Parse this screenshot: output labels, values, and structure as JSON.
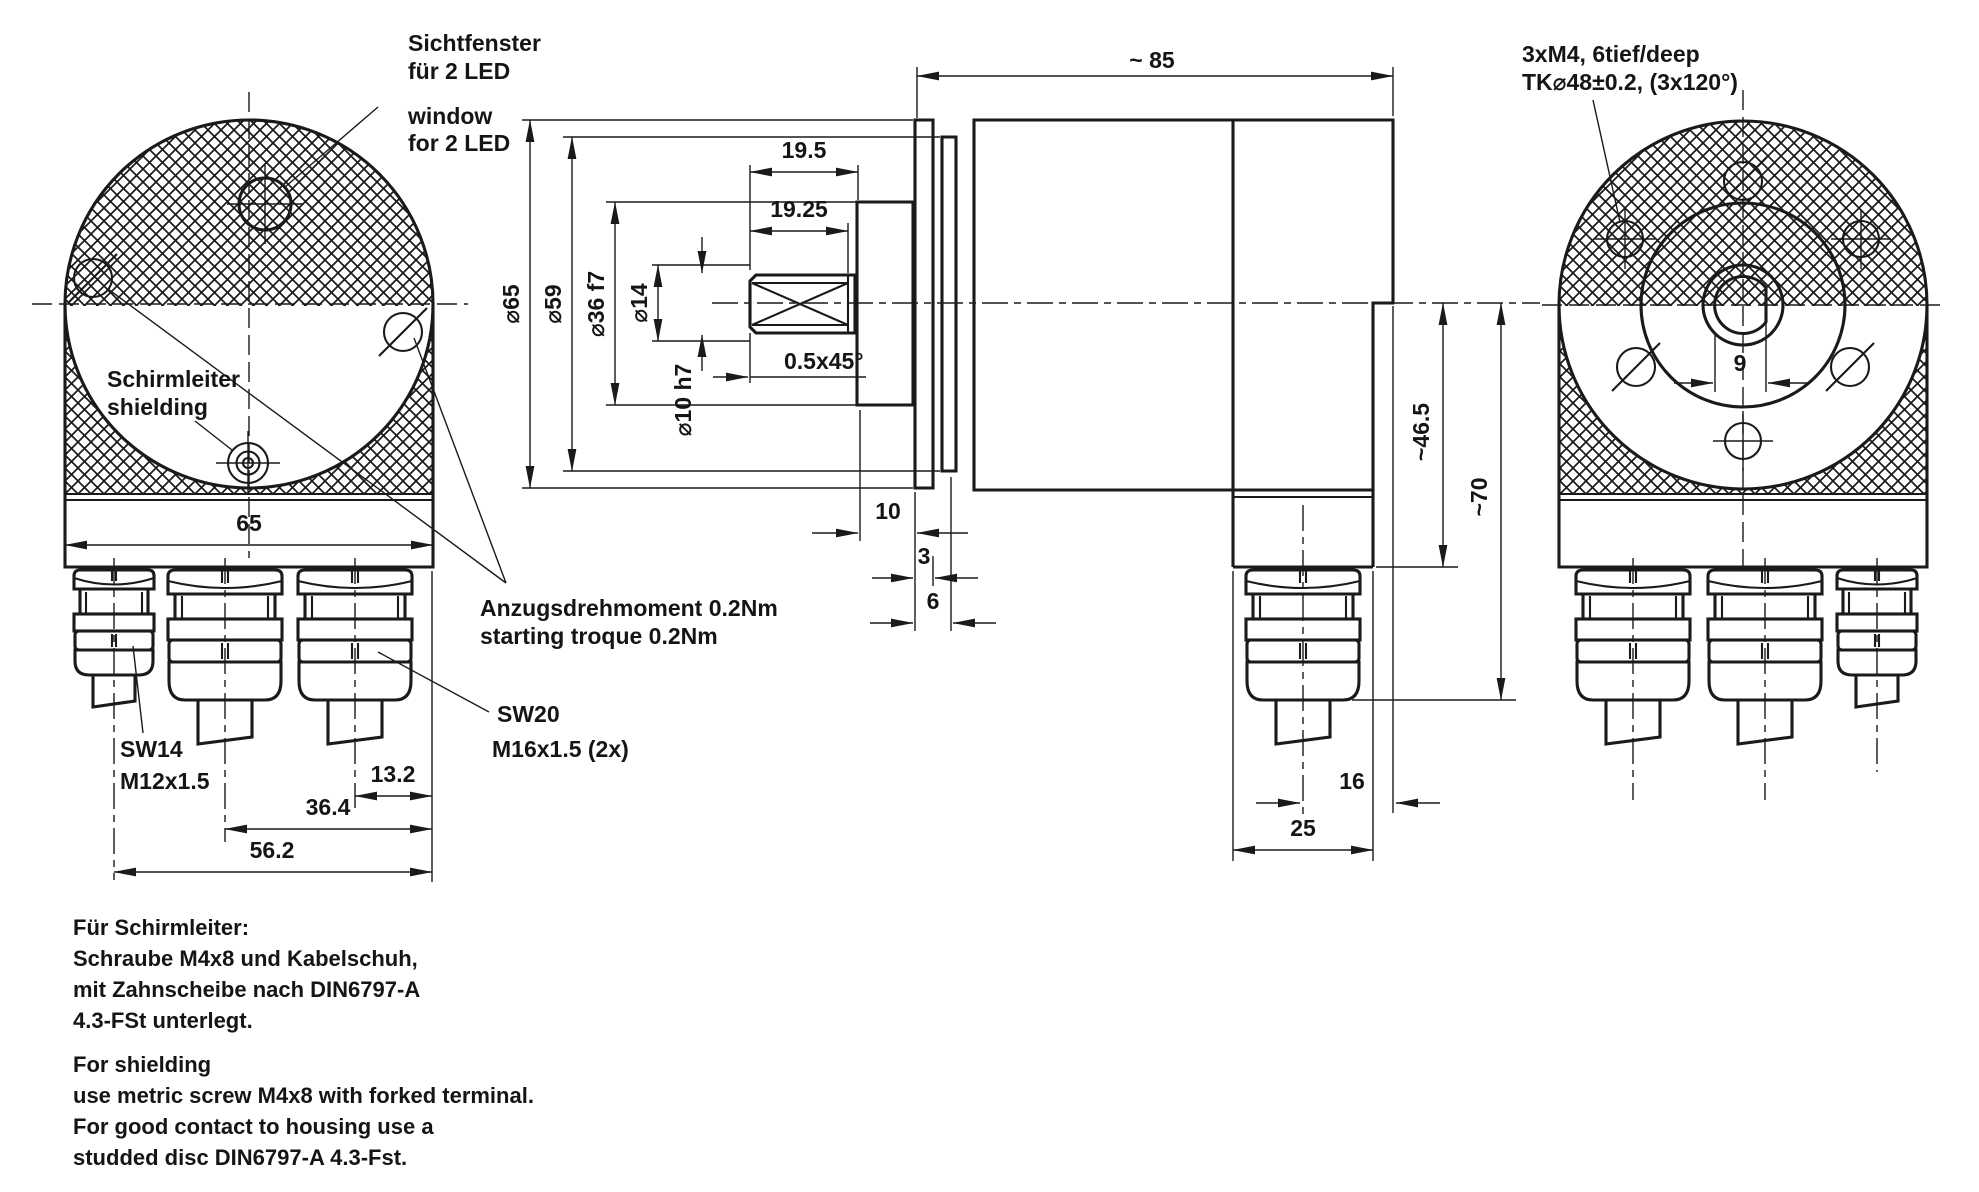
{
  "colors": {
    "ink": "#1a1a1a",
    "background": "#ffffff"
  },
  "front_view": {
    "window_label": [
      "Sichtfenster",
      "für 2 LED",
      "window",
      "for 2 LED"
    ],
    "shield_label": [
      "Schirmleiter",
      "shielding"
    ],
    "gland_small_label": [
      "SW14",
      "M12x1.5"
    ],
    "gland_large_label": [
      "SW20",
      "M16x1.5 (2x)"
    ],
    "torque_label": [
      "Anzugsdrehmoment 0.2Nm",
      "starting troque 0.2Nm"
    ],
    "dims": {
      "width": "65",
      "pitch1": "13.2",
      "pitch2": "36.4",
      "pitch3": "56.2"
    }
  },
  "side_view": {
    "dims": {
      "shaft_len": "19.5",
      "shaft_len2": "19.25",
      "chamfer": "0.5x45°",
      "d65": "⌀65",
      "d59": "⌀59",
      "d36": "⌀36 f7",
      "d14": "⌀14",
      "d10": "⌀10 h7",
      "off10": "10",
      "th3": "3",
      "tot6": "6",
      "body_len": "~ 85",
      "h465": "~46.5",
      "h70": "~70",
      "g16": "16",
      "g25": "25"
    }
  },
  "rear_view": {
    "mount_label": [
      "3xM4, 6tief/deep",
      "TK⌀48±0.2, (3x120°)"
    ],
    "dims": {
      "flat": "9"
    }
  },
  "notes": {
    "de": [
      "Für Schirmleiter:",
      "Schraube M4x8 und Kabelschuh,",
      "mit Zahnscheibe nach DIN6797-A",
      "4.3-FSt unterlegt."
    ],
    "en": [
      "For shielding",
      "use metric screw M4x8 with forked terminal.",
      "For good contact to housing use a",
      "studded disc DIN6797-A 4.3-Fst."
    ]
  }
}
